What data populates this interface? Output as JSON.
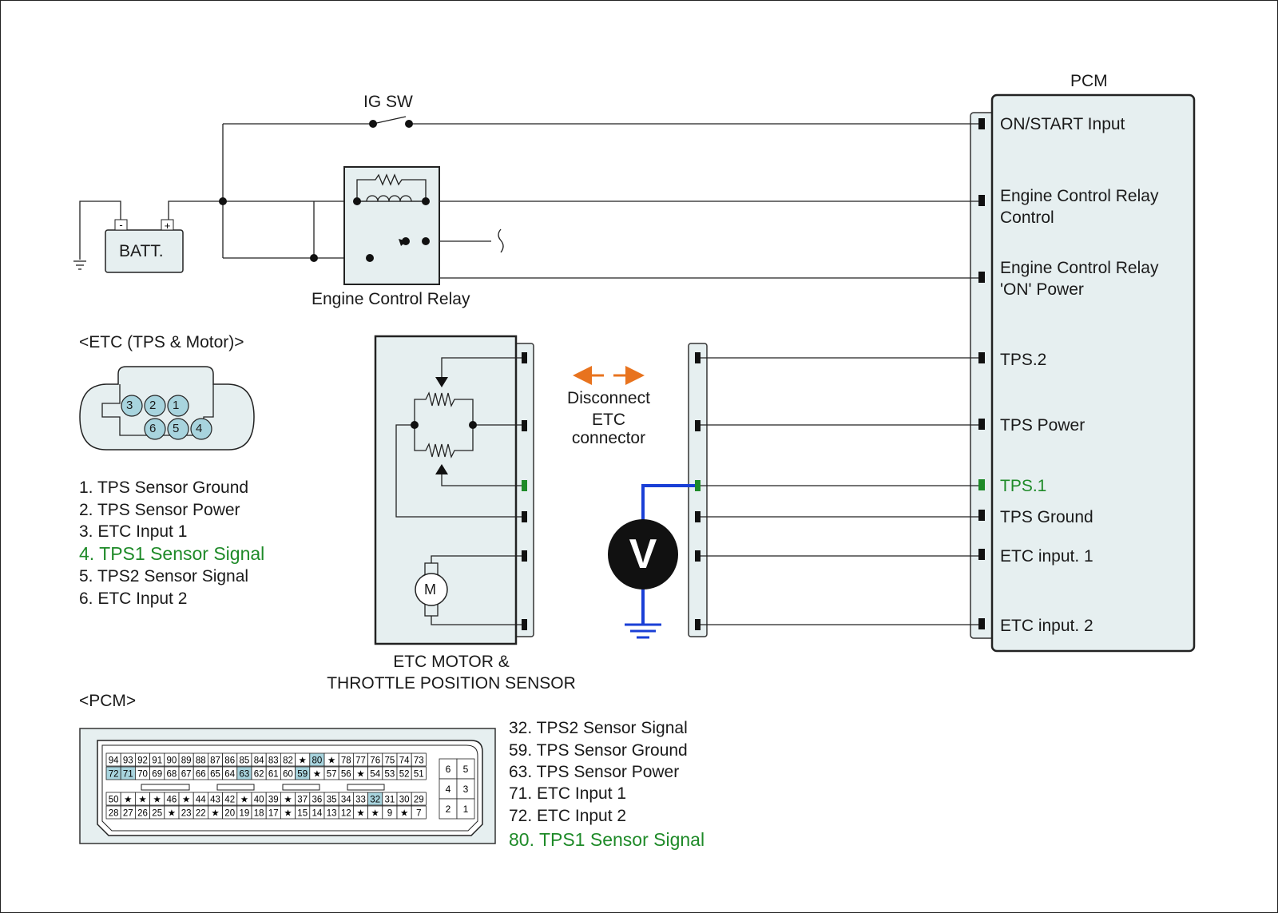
{
  "labels": {
    "pcm": "PCM",
    "ig_sw": "IG SW",
    "batt": "BATT.",
    "engine_control_relay": "Engine Control Relay",
    "etc_connector_title": "<ETC (TPS & Motor)>",
    "etc_motor_line1": "ETC MOTOR &",
    "etc_motor_line2": "THROTTLE POSITION SENSOR",
    "disconnect_line1": "Disconnect",
    "disconnect_line2": "ETC",
    "disconnect_line3": "connector",
    "pcm_connector_title": "<PCM>",
    "voltmeter": "V",
    "motor": "M"
  },
  "pcm_pins": [
    "ON/START Input",
    "Engine Control Relay\nControl",
    "Engine Control Relay\n'ON' Power",
    "TPS.2",
    "TPS Power",
    "TPS.1",
    "TPS Ground",
    "ETC input. 1",
    "ETC input. 2"
  ],
  "etc_pin_list": [
    "1. TPS Sensor Ground",
    "2. TPS Sensor Power",
    "3. ETC Input 1",
    "4. TPS1 Sensor Signal",
    "5. TPS2 Sensor Signal",
    "6. ETC Input 2"
  ],
  "etc_connector_numbers": [
    "3",
    "2",
    "1",
    "6",
    "5",
    "4"
  ],
  "pcm_pin_list": [
    "32. TPS2 Sensor Signal",
    "59. TPS Sensor Ground",
    "63. TPS Sensor Power",
    "71. ETC Input 1",
    "72. ETC Input 2",
    "80. TPS1 Sensor Signal"
  ],
  "pcm_connector_rows": [
    [
      "94",
      "93",
      "92",
      "91",
      "90",
      "89",
      "88",
      "87",
      "86",
      "85",
      "84",
      "83",
      "82",
      "★",
      "80",
      "★",
      "78",
      "77",
      "76",
      "75",
      "74",
      "73"
    ],
    [
      "72",
      "71",
      "70",
      "69",
      "68",
      "67",
      "66",
      "65",
      "64",
      "63",
      "62",
      "61",
      "60",
      "59",
      "★",
      "57",
      "56",
      "★",
      "54",
      "53",
      "52",
      "51"
    ],
    [
      "50",
      "★",
      "★",
      "★",
      "46",
      "★",
      "44",
      "43",
      "42",
      "★",
      "40",
      "39",
      "★",
      "37",
      "36",
      "35",
      "34",
      "33",
      "32",
      "31",
      "30",
      "29"
    ],
    [
      "28",
      "27",
      "26",
      "25",
      "★",
      "23",
      "22",
      "★",
      "20",
      "19",
      "18",
      "17",
      "★",
      "15",
      "14",
      "13",
      "12",
      "★",
      "★",
      "9",
      "★",
      "7"
    ]
  ],
  "pcm_connector_small": [
    [
      "6",
      "5"
    ],
    [
      "4",
      "3"
    ],
    [
      "2",
      "1"
    ]
  ],
  "colors": {
    "highlight_signal": "#1e8a28",
    "meter_wire": "#1a3fd6",
    "arrow": "#e8731e",
    "panel_fill": "#e6eff0",
    "pin_highlight": "#a8d4de"
  }
}
